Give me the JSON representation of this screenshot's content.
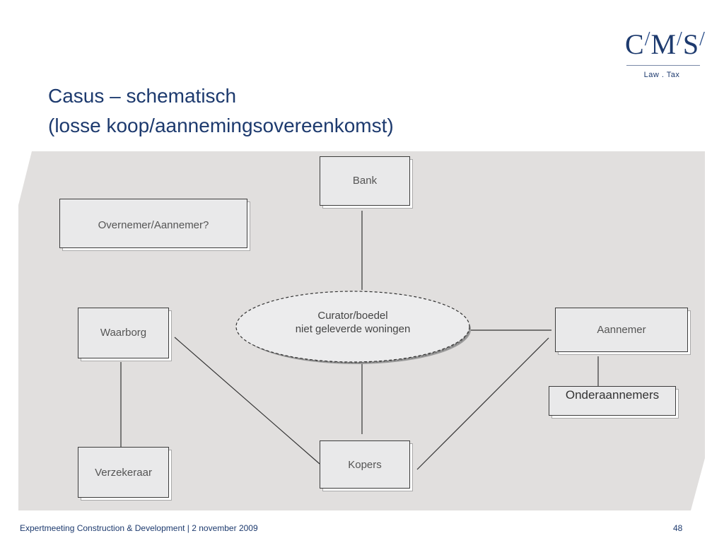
{
  "title": {
    "line1": "Casus – schematisch",
    "line2": "(losse koop/aannemingsovereenkomst)"
  },
  "logo": {
    "mark": "C/M/S/",
    "sub": "Law . Tax"
  },
  "diagram": {
    "nodes": {
      "bank": "Bank",
      "overnemer": "Overnemer/Aannemer?",
      "waarborg": "Waarborg",
      "verzekeraar": "Verzekeraar",
      "aannemer": "Aannemer",
      "onderaannemers": "Onderaannemers",
      "kopers": "Kopers"
    },
    "center": {
      "line1": "Curator/boedel",
      "line2": "niet geleverde woningen"
    }
  },
  "footer": {
    "left": "Expertmeeting Construction & Development |  2 november 2009",
    "page": "48"
  },
  "colors": {
    "title": "#1d3a6e",
    "panel": "#e1dfde",
    "node_fill": "#e9e9ea",
    "line": "#333333"
  }
}
